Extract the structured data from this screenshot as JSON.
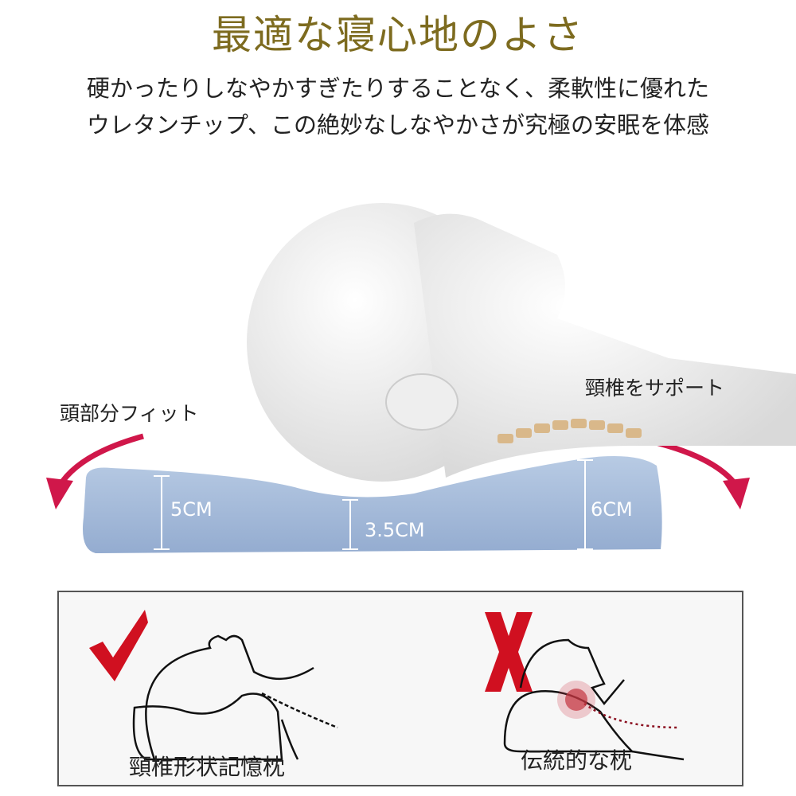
{
  "title": "最適な寝心地のよさ",
  "subtitle_lines": [
    "硬かったりしなやかすぎたりすることなく、柔軟性に優れた",
    "ウレタンチップ、この絶妙なしなやかさが究極の安眠を体感"
  ],
  "labels": {
    "head_fit": "頭部分フィット",
    "neck_support": "頸椎をサポート"
  },
  "measurements": {
    "left": "5CM",
    "center": "3.5CM",
    "right": "6CM"
  },
  "comparison": {
    "good": {
      "mark": "check",
      "caption": "頸椎形状記憶枕"
    },
    "bad": {
      "mark": "X",
      "caption": "伝統的な枕"
    }
  },
  "colors": {
    "title": "#7d6b1f",
    "arrow": "#d0174a",
    "pillow": "#a9bfdc",
    "mark": "#d01020"
  }
}
